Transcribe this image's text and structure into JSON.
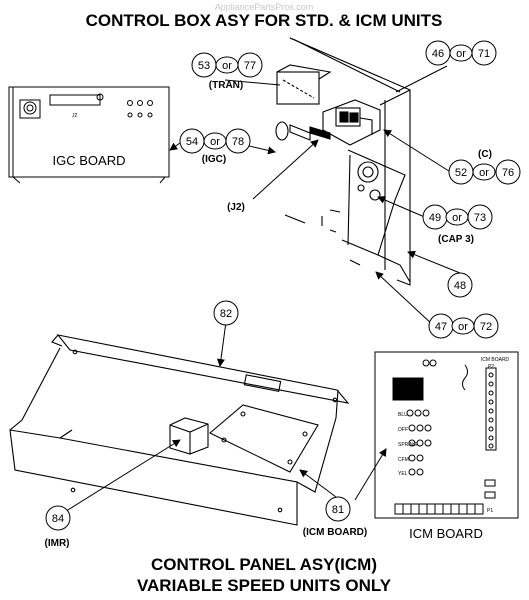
{
  "watermark": "AppliancePartsPros.com",
  "title_top": "CONTROL BOX ASY FOR STD. & ICM UNITS",
  "title_bottom_1": "CONTROL PANEL ASY(ICM)",
  "title_bottom_2": "VARIABLE SPEED UNITS ONLY",
  "or_text": "or",
  "callouts": {
    "c53": "53",
    "c77": "77",
    "c46": "46",
    "c71": "71",
    "c54": "54",
    "c78": "78",
    "c52": "52",
    "c76": "76",
    "c49": "49",
    "c73": "73",
    "c48": "48",
    "c47": "47",
    "c72": "72",
    "c82": "82",
    "c84": "84",
    "c81": "81"
  },
  "labels": {
    "tran": "(TRAN)",
    "igc": "(IGC)",
    "c": "(C)",
    "j2": "(J2)",
    "cap3": "(CAP 3)",
    "imr": "(IMR)",
    "icm_board_paren": "(ICM BOARD)",
    "igc_board": "IGC BOARD",
    "icm_board": "ICM BOARD",
    "j2_small": "J2"
  },
  "icm_board_detail": {
    "header": "ICM BOARD",
    "p2": "P2",
    "p1": "P1",
    "labels": [
      "BLU",
      "OFF",
      "SPRING",
      "CFM",
      "YEL"
    ]
  }
}
